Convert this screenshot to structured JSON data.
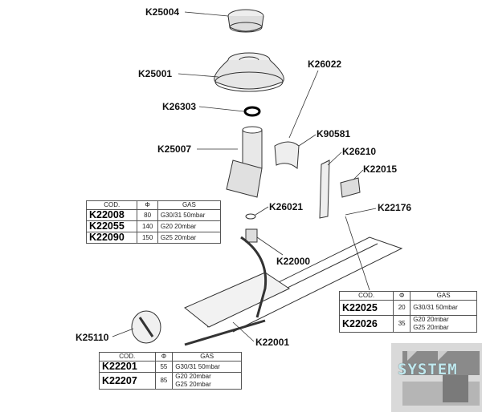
{
  "labels": {
    "k25004": "K25004",
    "k25001": "K25001",
    "k26022": "K26022",
    "k26303": "K26303",
    "k90581": "K90581",
    "k25007": "K25007",
    "k26210": "K26210",
    "k22015": "K22015",
    "k26021": "K26021",
    "k22176": "K22176",
    "k22000": "K22000",
    "k25110": "K25110",
    "k22001": "K22001"
  },
  "tables": [
    {
      "headers": [
        "COD.",
        "Φ",
        "GAS"
      ],
      "rows": [
        {
          "code": "K22008",
          "phi": "80",
          "gas": [
            "G30/31 50mbar"
          ]
        },
        {
          "code": "K22055",
          "phi": "140",
          "gas": [
            "G20 20mbar"
          ]
        },
        {
          "code": "K22090",
          "phi": "150",
          "gas": [
            "G25 20mbar"
          ]
        }
      ]
    },
    {
      "headers": [
        "COD.",
        "Φ",
        "GAS"
      ],
      "rows": [
        {
          "code": "K22025",
          "phi": "20",
          "gas": [
            "G30/31 50mbar"
          ]
        },
        {
          "code": "K22026",
          "phi": "35",
          "gas": [
            "G20 20mbar",
            "G25 20mbar"
          ]
        }
      ]
    },
    {
      "headers": [
        "COD.",
        "Φ",
        "GAS"
      ],
      "rows": [
        {
          "code": "K22201",
          "phi": "55",
          "gas": [
            "G30/31 50mbar"
          ]
        },
        {
          "code": "K22207",
          "phi": "85",
          "gas": [
            "G20 20mbar",
            "G25 20mbar"
          ]
        }
      ]
    }
  ],
  "logo": {
    "text": "SYSTEM"
  }
}
